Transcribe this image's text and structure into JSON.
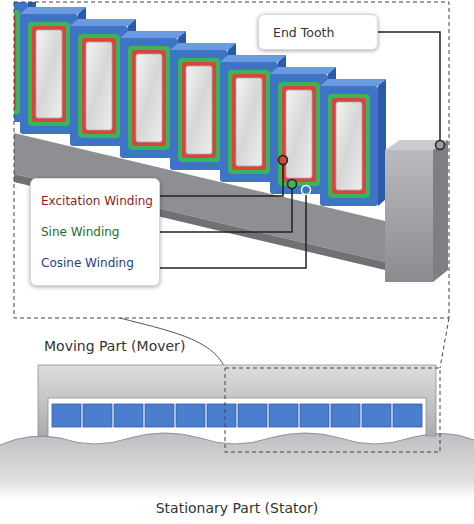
{
  "diagram": {
    "nodes": [
      {
        "text": [
          "End Tooth"
        ]
      },
      {
        "text": [
          "Excitation Winding",
          "Sine Winding",
          "Cosine Winding"
        ]
      },
      {
        "text": [
          "Moving Part (Mover)"
        ]
      },
      {
        "text": [
          "Stationary Part (Stator)"
        ]
      }
    ]
  }
}
